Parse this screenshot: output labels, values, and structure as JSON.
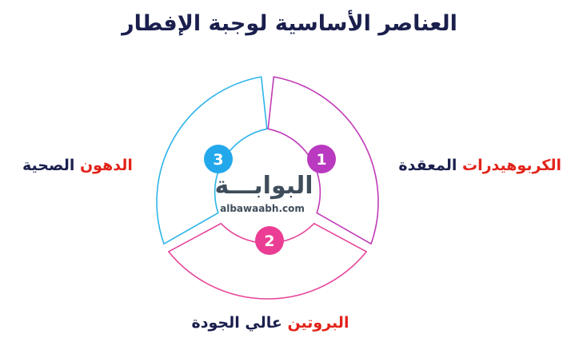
{
  "title": "العناصر الأساسية لوجبة الإفطار",
  "segments": [
    {
      "number": "1",
      "label_highlight": "الكربوهيدرات",
      "label_rest": " المعقدة",
      "color": "#c13bb8",
      "badge_color": "#b939c0"
    },
    {
      "number": "2",
      "label_highlight": "البروتين",
      "label_rest": " عالي الجودة",
      "color": "#e6449a",
      "badge_color": "#ea3d93"
    },
    {
      "number": "3",
      "label_highlight": "الدهون",
      "label_rest": " الصحية",
      "color": "#2eb4ea",
      "badge_color": "#23a8ec"
    }
  ],
  "logo": {
    "arabic": "البوابـــة",
    "latin": "albawaabh.com"
  },
  "colors": {
    "title": "#1a1f4d",
    "highlight": "#e2231a"
  }
}
